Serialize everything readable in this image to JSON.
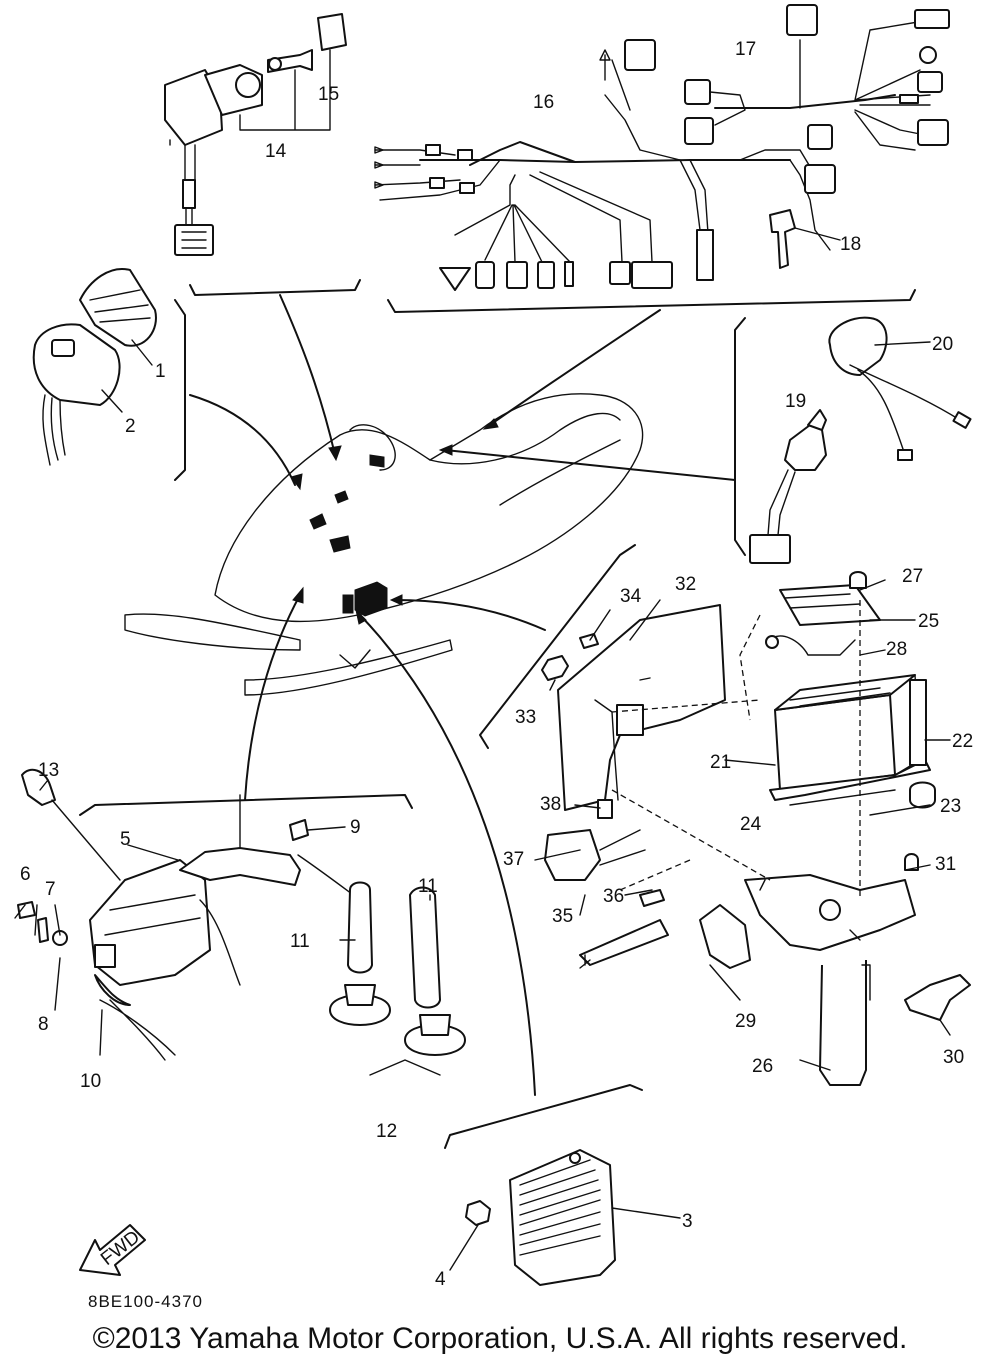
{
  "diagram": {
    "labels": {
      "p1": "1",
      "p2": "2",
      "p3": "3",
      "p4": "4",
      "p5": "5",
      "p6": "6",
      "p7": "7",
      "p8": "8",
      "p9": "9",
      "p10": "10",
      "p11a": "11",
      "p11b": "11",
      "p12": "12",
      "p13": "13",
      "p14": "14",
      "p15": "15",
      "p16": "16",
      "p17": "17",
      "p18": "18",
      "p19": "19",
      "p20": "20",
      "p21": "21",
      "p22": "22",
      "p23": "23",
      "p24": "24",
      "p25": "25",
      "p26": "26",
      "p27": "27",
      "p28": "28",
      "p29": "29",
      "p30": "30",
      "p31": "31",
      "p32": "32",
      "p33": "33",
      "p34": "34",
      "p35": "35",
      "p36": "36",
      "p37": "37",
      "p38": "38"
    },
    "fwd_badge": "FWD",
    "diagram_code": "8BE100-4370",
    "copyright": "©2013 Yamaha Motor Corporation, U.S.A. All rights reserved."
  }
}
